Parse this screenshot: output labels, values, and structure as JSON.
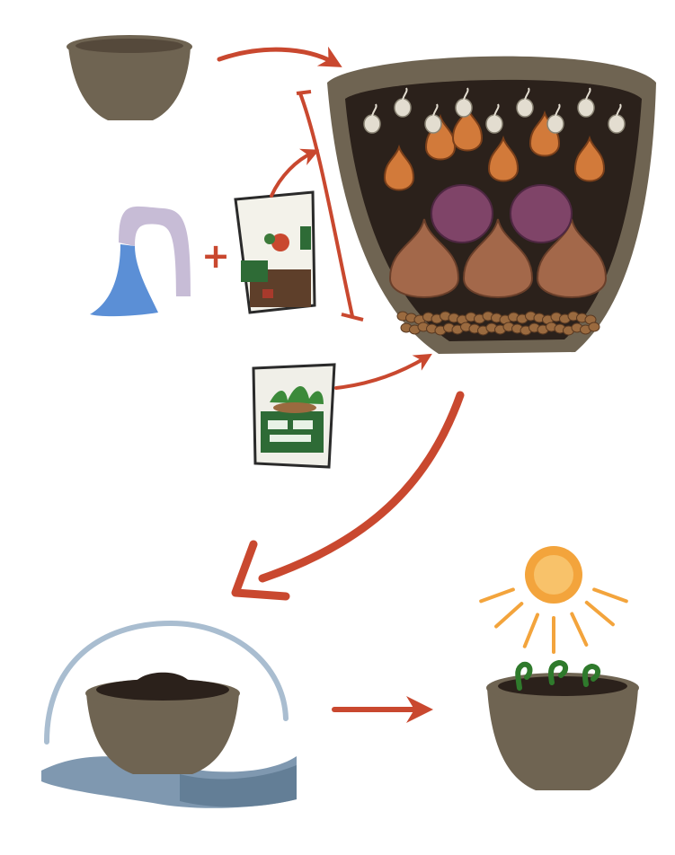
{
  "palette": {
    "pot": "#6f6452",
    "pot_dark": "#55493b",
    "soil": "#2b211b",
    "arrow": "#c9482f",
    "water": "#5b8fd6",
    "tube": "#c7bcd6",
    "gravel": "#9a6a3f",
    "bulb_large": "#a3684a",
    "bulb_purple": "#7f4468",
    "bulb_small": "#d27a3a",
    "bulb_tiny": "#e3ddd0",
    "sun": "#f3a43c",
    "sprout": "#2f7a2c",
    "water_bath": "#7f98b0"
  },
  "icons": {
    "empty_pot": "flower-pot-icon",
    "tap": "water-tap-icon",
    "soil_bag": "potting-soil-bag-icon",
    "gravel_bag": "gravel-bag-icon",
    "planted_pot": "layered-bulb-pot-icon",
    "watering": "watered-pot-icon",
    "sun": "sun-icon",
    "sprouting_pot": "sprouting-pot-icon"
  },
  "layers": {
    "tiny_bulbs": 9,
    "small_bulbs": 6,
    "purple_bulbs": 2,
    "large_bulbs": 3
  },
  "symbols": {
    "plus": "+"
  }
}
